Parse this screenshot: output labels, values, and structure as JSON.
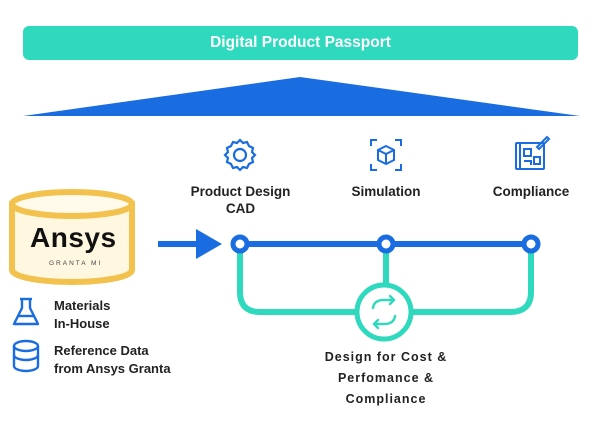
{
  "banner": {
    "title": "Digital Product Passport"
  },
  "stages": [
    {
      "label_line1": "Product Design",
      "label_line2": "CAD",
      "icon": "gear-icon"
    },
    {
      "label_line1": "Simulation",
      "icon": "cube-icon"
    },
    {
      "label_line1": "Compliance",
      "icon": "blueprint-icon"
    }
  ],
  "database": {
    "brand": "Ansys",
    "product": "GRANTA MI"
  },
  "sources": [
    {
      "line1": "Materials",
      "line2": "In-House",
      "icon": "flask-icon"
    },
    {
      "line1": "Reference Data",
      "line2": "from Ansys Granta",
      "icon": "database-icon"
    }
  ],
  "loop": {
    "icon": "refresh-icon",
    "line1": "Design for Cost &",
    "line2": "Perfomance &",
    "line3": "Compliance"
  },
  "colors": {
    "blue": "#1a6de0",
    "teal": "#2fd9bd",
    "gold": "#f3c14d",
    "dark": "#222222"
  }
}
